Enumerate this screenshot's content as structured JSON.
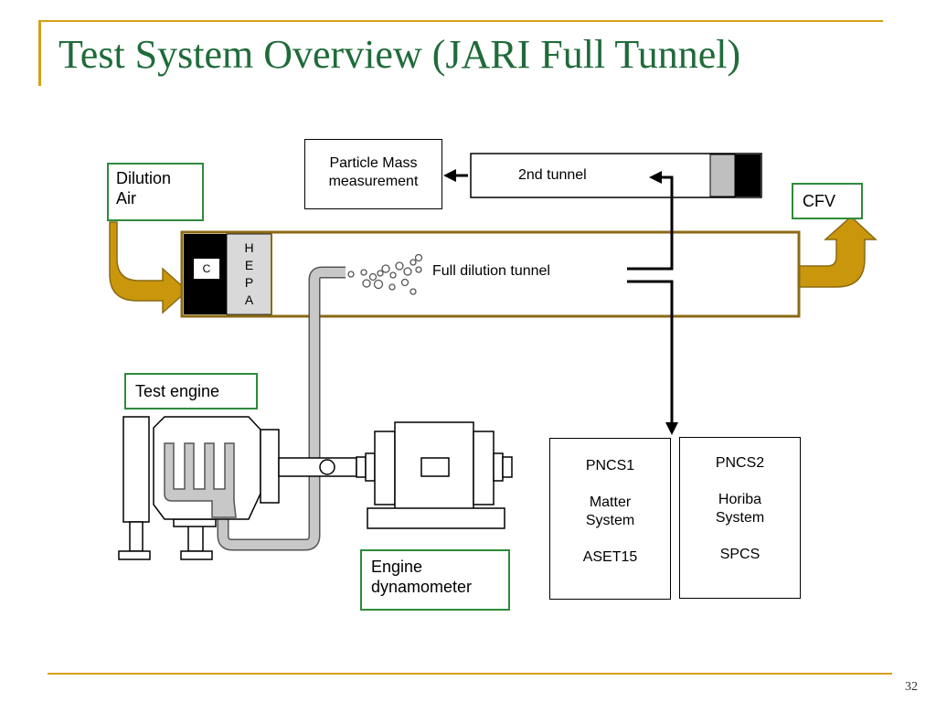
{
  "slide": {
    "title": "Test System Overview (JARI Full Tunnel)",
    "page_number": "32"
  },
  "labels": {
    "dilution_air_line1": "Dilution",
    "dilution_air_line2": "Air",
    "cfv": "CFV",
    "particle_mass_line1": "Particle Mass",
    "particle_mass_line2": "measurement",
    "second_tunnel": "2nd tunnel",
    "full_dilution_tunnel": "Full dilution tunnel",
    "charcoal_filter": "C",
    "hepa_letters": [
      "H",
      "E",
      "P",
      "A"
    ],
    "test_engine": "Test engine",
    "engine_dyno_line1": "Engine",
    "engine_dyno_line2": "dynamometer"
  },
  "pncs": [
    {
      "name": "PNCS1",
      "system_line1": "Matter",
      "system_line2": "System",
      "model": "ASET15"
    },
    {
      "name": "PNCS2",
      "system_line1": "Horiba",
      "system_line2": "System",
      "model": "SPCS"
    }
  ],
  "colors": {
    "title": "#1f6b3a",
    "accent_rule": "#d4a017",
    "box_border_green": "#2e8b3a",
    "tunnel_border": "#8b6a14",
    "flow_arrow": "#c9960c",
    "hepa_fill": "#d9d9d9",
    "pipe_fill": "#c8c8c8"
  }
}
